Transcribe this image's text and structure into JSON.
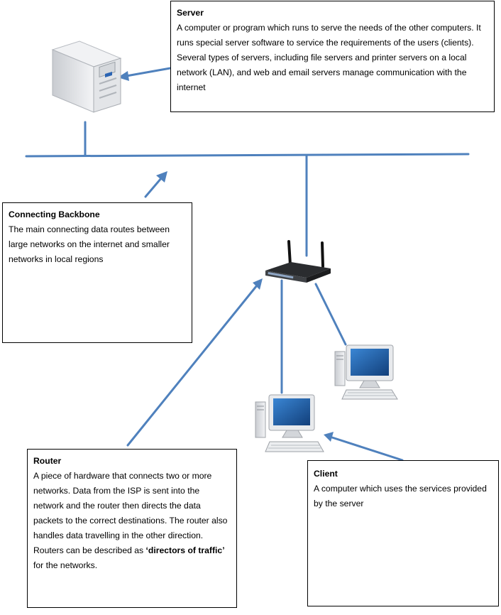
{
  "server": {
    "title": "Server",
    "description": "A computer or program which runs to serve the needs of the other computers. It runs special server software to service the requirements of the users (clients). Several types of servers, including file servers and printer servers on a local network (LAN), and web and email servers manage communication with the internet"
  },
  "backbone": {
    "title": "Connecting Backbone",
    "description": "The main connecting data routes between large networks on the internet and smaller networks in local regions"
  },
  "router": {
    "title": "Router",
    "description_part1": "A piece of hardware that connects two or more networks. Data from the ISP is sent into the network and the router then directs the data packets to the correct destinations. The router also handles data travelling in the other direction. Routers can be described as ",
    "emphasis": "‘directors of traffic’",
    "description_part2": " for the networks."
  },
  "client": {
    "title": "Client",
    "description": "A computer which uses the services provided by the server"
  },
  "icons": {
    "server": "server-tower-icon",
    "router": "wireless-router-icon",
    "client_1": "desktop-computer-icon",
    "client_2": "desktop-computer-icon"
  },
  "colors": {
    "line": "#4f81bd",
    "screen": "#1f5fa8",
    "device_body": "#e6e8eb"
  }
}
